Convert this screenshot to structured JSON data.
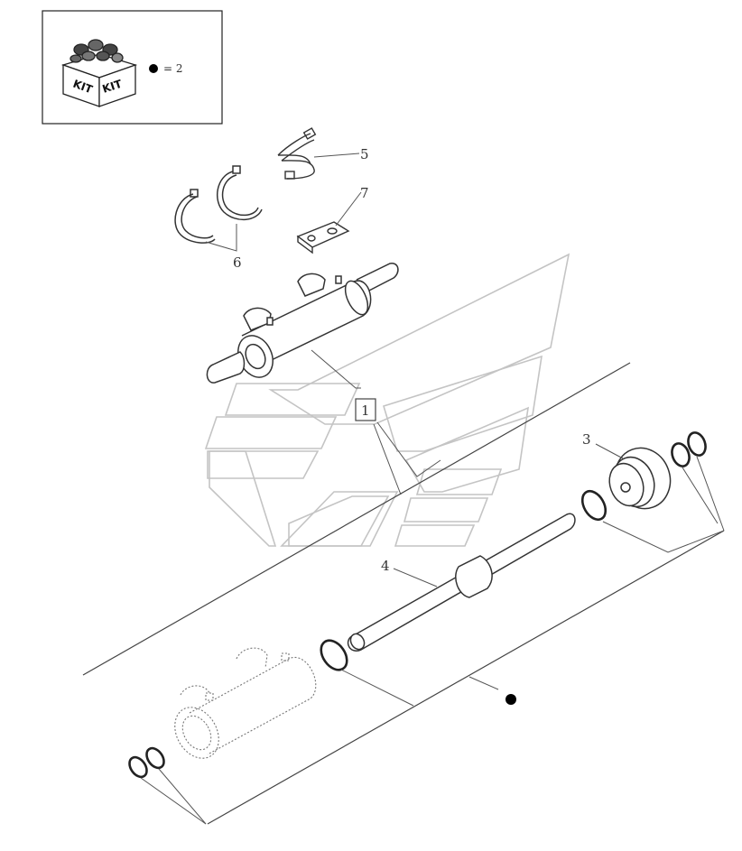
{
  "legend": {
    "kit_word_1": "KIT",
    "kit_word_2": "KIT",
    "equals": "= 2",
    "marker_icon": "filled-circle"
  },
  "callouts": {
    "item_1": "1",
    "item_3": "3",
    "item_4": "4",
    "item_5": "5",
    "item_6": "6",
    "item_7": "7"
  },
  "colors": {
    "line": "#555555",
    "watermark": "#c8c8c8",
    "marker": "#000000"
  }
}
